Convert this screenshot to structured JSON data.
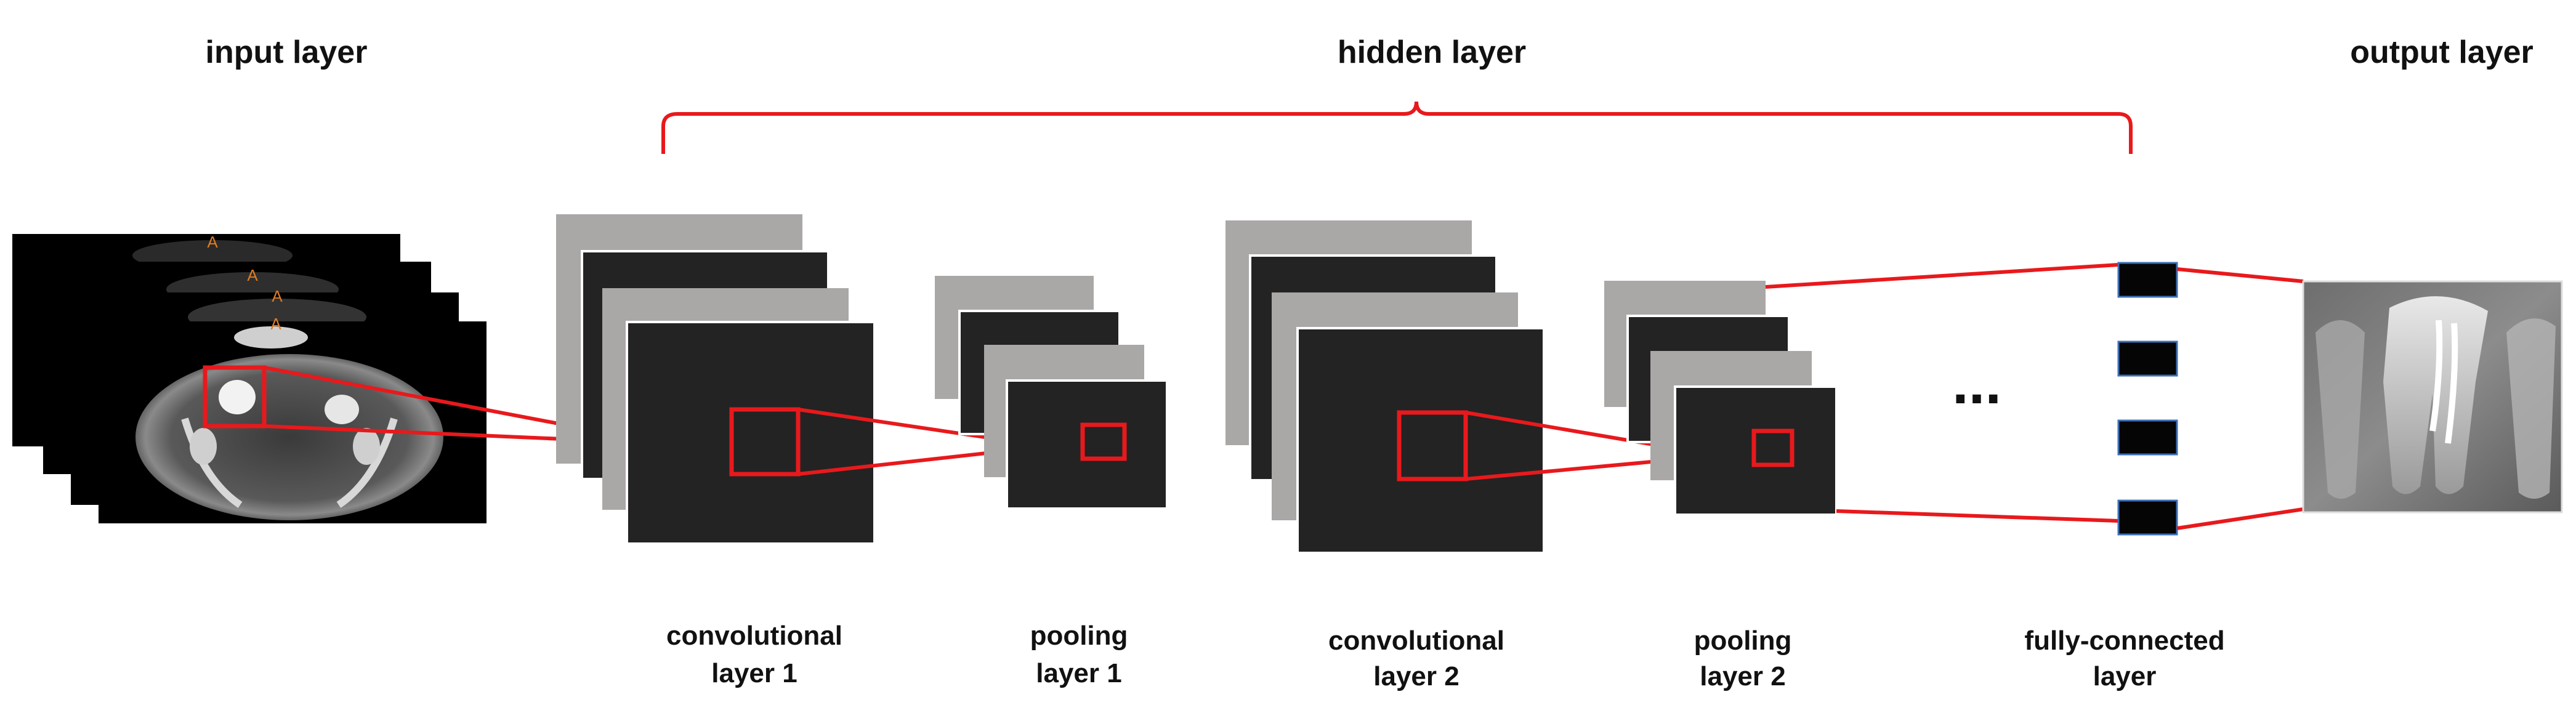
{
  "headers": {
    "input": "input layer",
    "hidden": "hidden layer",
    "output": "output layer"
  },
  "captions": {
    "conv1": [
      "convolutional",
      "layer 1"
    ],
    "pool1": [
      "pooling",
      "layer 1"
    ],
    "conv2": [
      "convolutional",
      "layer 2"
    ],
    "pool2": [
      "pooling",
      "layer 2"
    ],
    "fc": [
      "fully-connected",
      "layer"
    ]
  },
  "ellipsis": "...",
  "ct_marker": "A",
  "colors": {
    "accent": "#e8191c",
    "feature_map": "#232323",
    "feature_map_back": "#aaa7a7",
    "fc_node_border": "#3d6fb5",
    "background": "#ffffff"
  }
}
